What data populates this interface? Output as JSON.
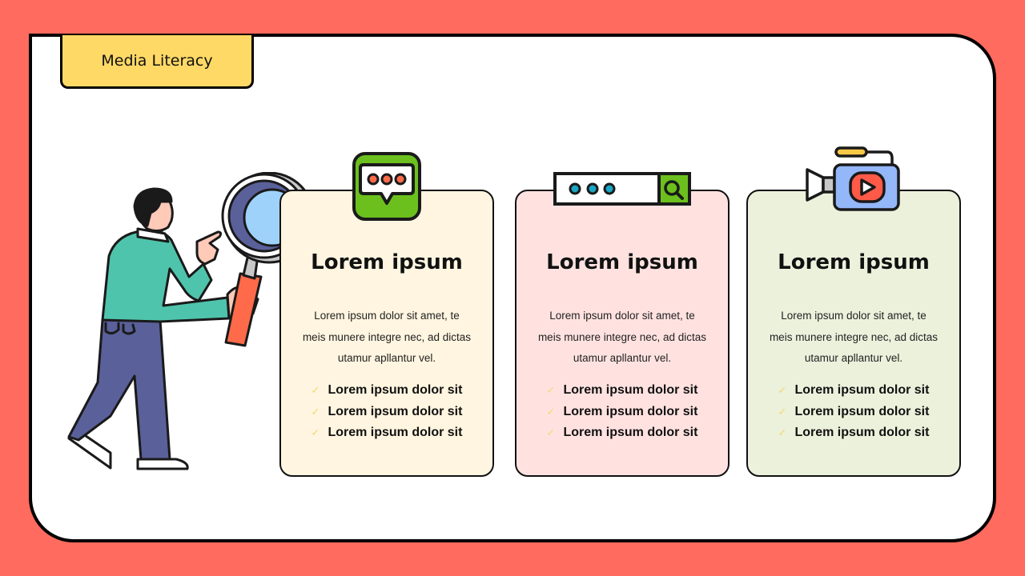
{
  "header": {
    "title": "Media Literacy"
  },
  "colors": {
    "background": "#ff6b5e",
    "title_tab": "#ffd966",
    "card1_bg": "#fff5e0",
    "card2_bg": "#ffe2e0",
    "card3_bg": "#ecf1dc",
    "icon_green": "#6cc01e",
    "icon_blue": "#93b7f8",
    "icon_red": "#ff5a48",
    "check_color": "#f5d76e"
  },
  "illustration": {
    "name": "person-with-magnifying-glass"
  },
  "cards": [
    {
      "icon": "chat-bubble-icon",
      "title": "Lorem ipsum",
      "body": "Lorem ipsum dolor sit amet, te meis munere integre nec, ad dictas utamur apllantur vel.",
      "bullets": [
        "Lorem ipsum dolor sit",
        "Lorem ipsum dolor sit",
        "Lorem ipsum dolor sit"
      ]
    },
    {
      "icon": "search-bar-icon",
      "title": "Lorem ipsum",
      "body": "Lorem ipsum dolor sit amet, te meis munere integre nec, ad dictas utamur apllantur vel.",
      "bullets": [
        "Lorem ipsum dolor sit",
        "Lorem ipsum dolor sit",
        "Lorem ipsum dolor sit"
      ]
    },
    {
      "icon": "video-camera-icon",
      "title": "Lorem ipsum",
      "body": "Lorem ipsum dolor sit amet, te meis munere integre nec, ad dictas utamur apllantur vel.",
      "bullets": [
        "Lorem ipsum dolor sit",
        "Lorem ipsum dolor sit",
        "Lorem ipsum dolor sit"
      ]
    }
  ],
  "check_glyph": "✓"
}
